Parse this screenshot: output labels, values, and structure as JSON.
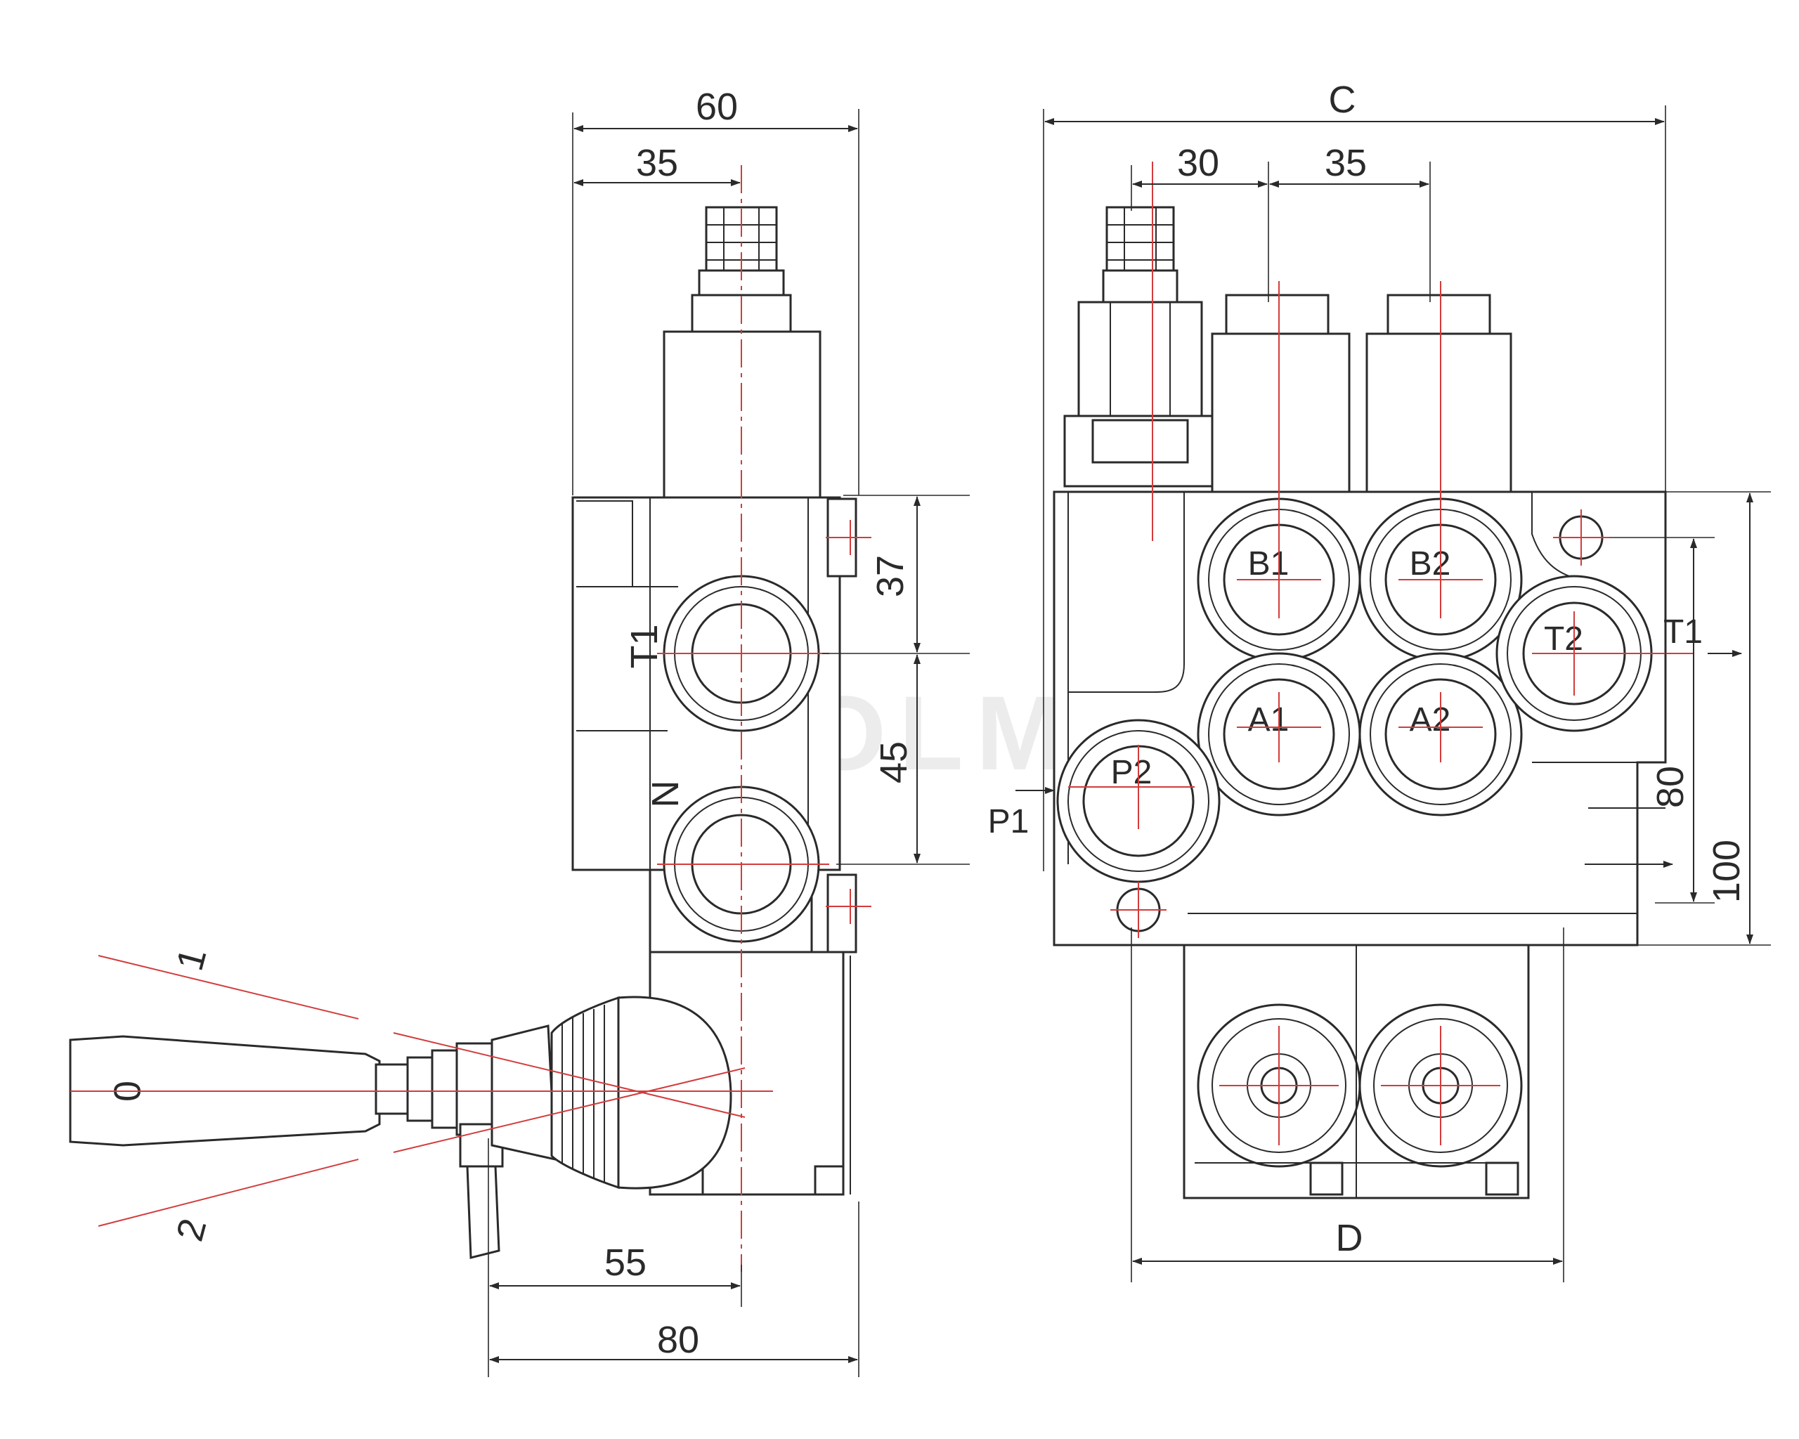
{
  "colors": {
    "line": "#2a2a2a",
    "centerline": "#d23c3c",
    "background": "#ffffff"
  },
  "watermark": "EROLMAS",
  "side_view": {
    "dims": {
      "overall_width": "60",
      "stem_offset": "35",
      "t1_offset": "37",
      "port_spacing": "45",
      "lever_offset": "55",
      "lever_overall": "80"
    },
    "ports": {
      "t1": "T1",
      "n": "N"
    },
    "lever_positions": {
      "up": "1",
      "neutral": "0",
      "down": "2"
    }
  },
  "front_view": {
    "dims": {
      "overall_width": "C",
      "first_spool": "30",
      "spool_pitch": "35",
      "mount_width": "D",
      "mount_height_1": "80",
      "mount_height_2": "100"
    },
    "ports": {
      "b1": "B1",
      "b2": "B2",
      "a1": "A1",
      "a2": "A2",
      "t2": "T2",
      "p2": "P2",
      "p1": "P1",
      "t1": "T1"
    }
  }
}
